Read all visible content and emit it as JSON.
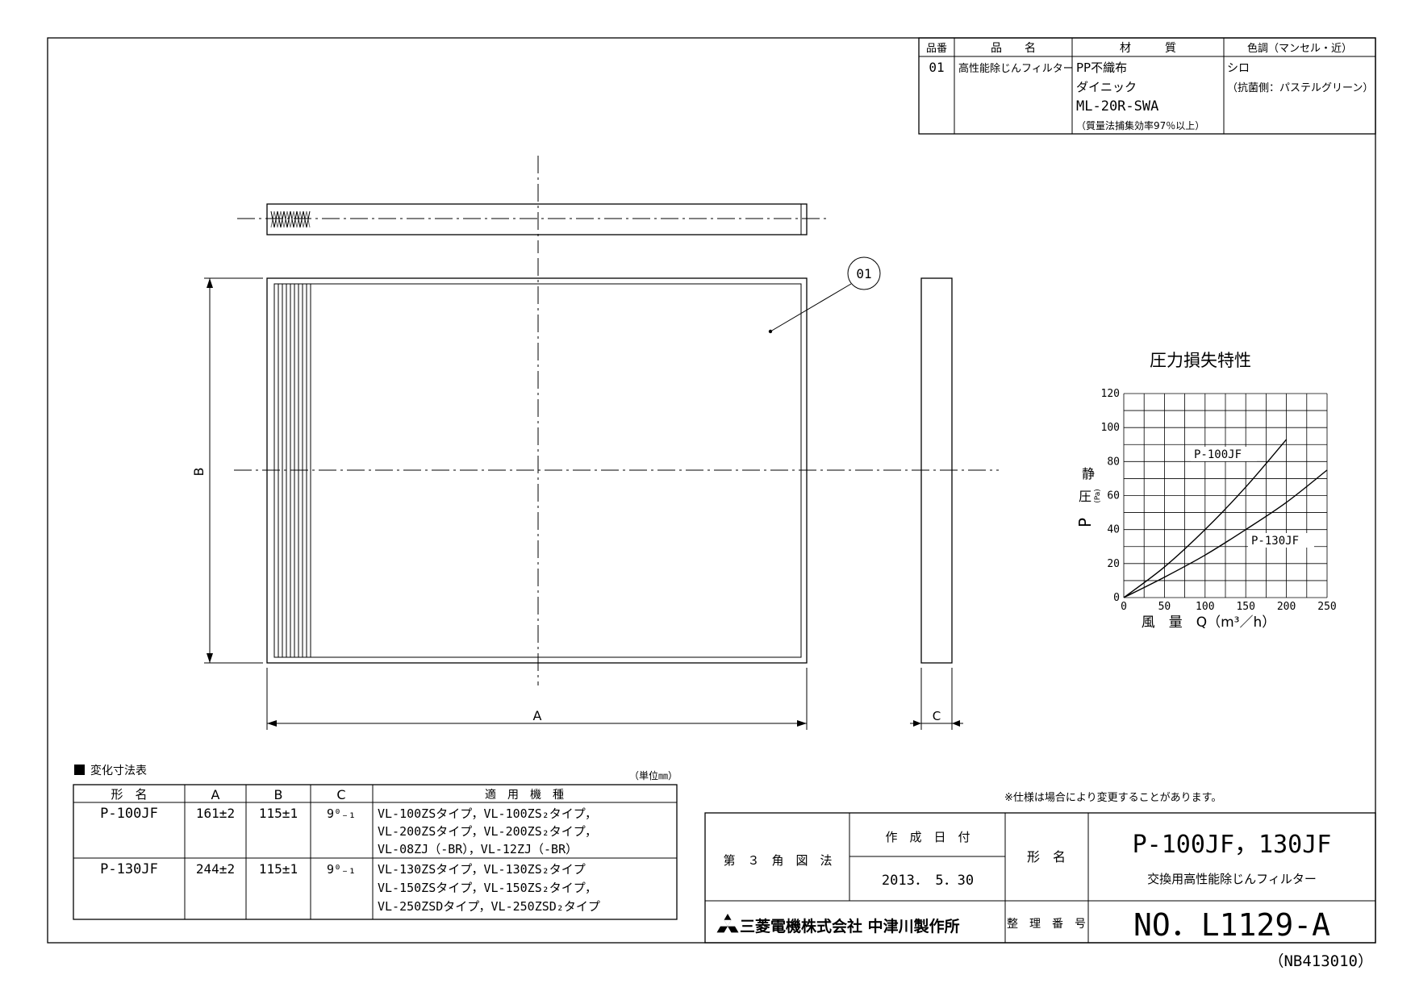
{
  "parts_table": {
    "headers": [
      "品番",
      "品　　名",
      "材　　　質",
      "色調（マンセル・近）"
    ],
    "row": {
      "no": "01",
      "name": "高性能除じんフィルター",
      "material": [
        "PP不織布",
        "ダイニック",
        "ML-20R-SWA",
        "（質量法捕集効率97％以上）"
      ],
      "color": [
        "シロ",
        "（抗菌側：パステルグリーン）"
      ]
    }
  },
  "drawing": {
    "balloon": "01",
    "dim_A": "A",
    "dim_B": "B",
    "dim_C": "C"
  },
  "chart_title": "圧力損失特性",
  "chart_data": {
    "type": "line",
    "title": "圧力損失特性",
    "xlabel": "風　量　Q（m³／h）",
    "ylabel": "静圧 P (Pa)",
    "ylabel_parts": {
      "a": "静",
      "b": "圧",
      "unit": "(Pa)",
      "c": "P"
    },
    "xlim": [
      0,
      250
    ],
    "ylim": [
      0,
      120
    ],
    "x_ticks": [
      0,
      50,
      100,
      150,
      200,
      250
    ],
    "y_ticks": [
      0,
      20,
      40,
      60,
      80,
      100,
      120
    ],
    "grid": true,
    "series": [
      {
        "name": "P-100JF",
        "x": [
          0,
          50,
          100,
          150,
          200
        ],
        "y": [
          0,
          18,
          40,
          65,
          93
        ]
      },
      {
        "name": "P-130JF",
        "x": [
          0,
          50,
          100,
          150,
          200,
          250
        ],
        "y": [
          0,
          12,
          25,
          40,
          56,
          75
        ]
      }
    ]
  },
  "dim_table": {
    "caption": "変化寸法表",
    "unit": "（単位㎜）",
    "headers": [
      "形　名",
      "A",
      "B",
      "C",
      "適　用　機　種"
    ],
    "rows": [
      {
        "model": "P-100JF",
        "a": "161±2",
        "b": "115±1",
        "c": "9⁰₋₁",
        "apps": [
          "VL-100ZSタイプ，VL-100ZS₂タイプ，",
          "VL-200ZSタイプ，VL-200ZS₂タイプ，",
          "VL-08ZJ（-BR），VL-12ZJ（-BR）"
        ]
      },
      {
        "model": "P-130JF",
        "a": "244±2",
        "b": "115±1",
        "c": "9⁰₋₁",
        "apps": [
          "VL-130ZSタイプ，VL-130ZS₂タイプ",
          "VL-150ZSタイプ，VL-150ZS₂タイプ，",
          "VL-250ZSDタイプ，VL-250ZSD₂タイプ"
        ]
      }
    ]
  },
  "note": "※仕様は場合により変更することがあります。",
  "title_block": {
    "projection": "第　３　角　図　法",
    "date_label": "作　成　日　付",
    "date": "2013．　5．30",
    "model_label": "形　名",
    "model": "P-100JF，130JF",
    "product": "交換用高性能除じんフィルター",
    "company": "三菱電機株式会社 中津川製作所",
    "ref_label": "整　理　番　号",
    "ref_no": "NO．L1129-A"
  },
  "doc_code": "（NB413010）"
}
